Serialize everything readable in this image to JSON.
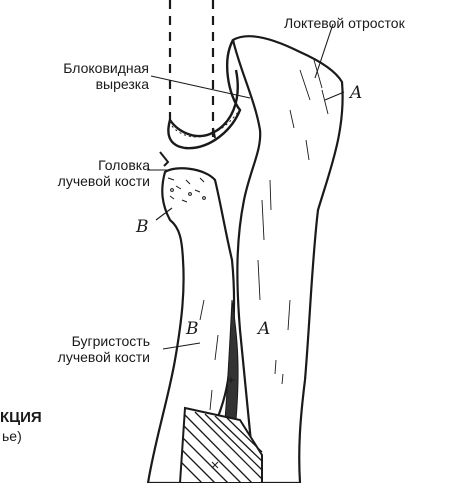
{
  "labels": {
    "olecranon": "Локтевой отросток",
    "trochlear_notch_1": "Блоковидная",
    "trochlear_notch_2": "вырезка",
    "radial_head_1": "Головка",
    "radial_head_2": "лучевой кости",
    "radial_tuberosity_1": "Бугристость",
    "radial_tuberosity_2": "лучевой кости",
    "caption_bold": "КЦИЯ",
    "caption_sub": "ье)"
  },
  "sketch_letters": {
    "ulna_top": "A",
    "radius_top": "B",
    "radius_mid": "B",
    "ulna_mid": "A"
  },
  "colors": {
    "ink": "#1a1a1a",
    "background": "#ffffff"
  }
}
